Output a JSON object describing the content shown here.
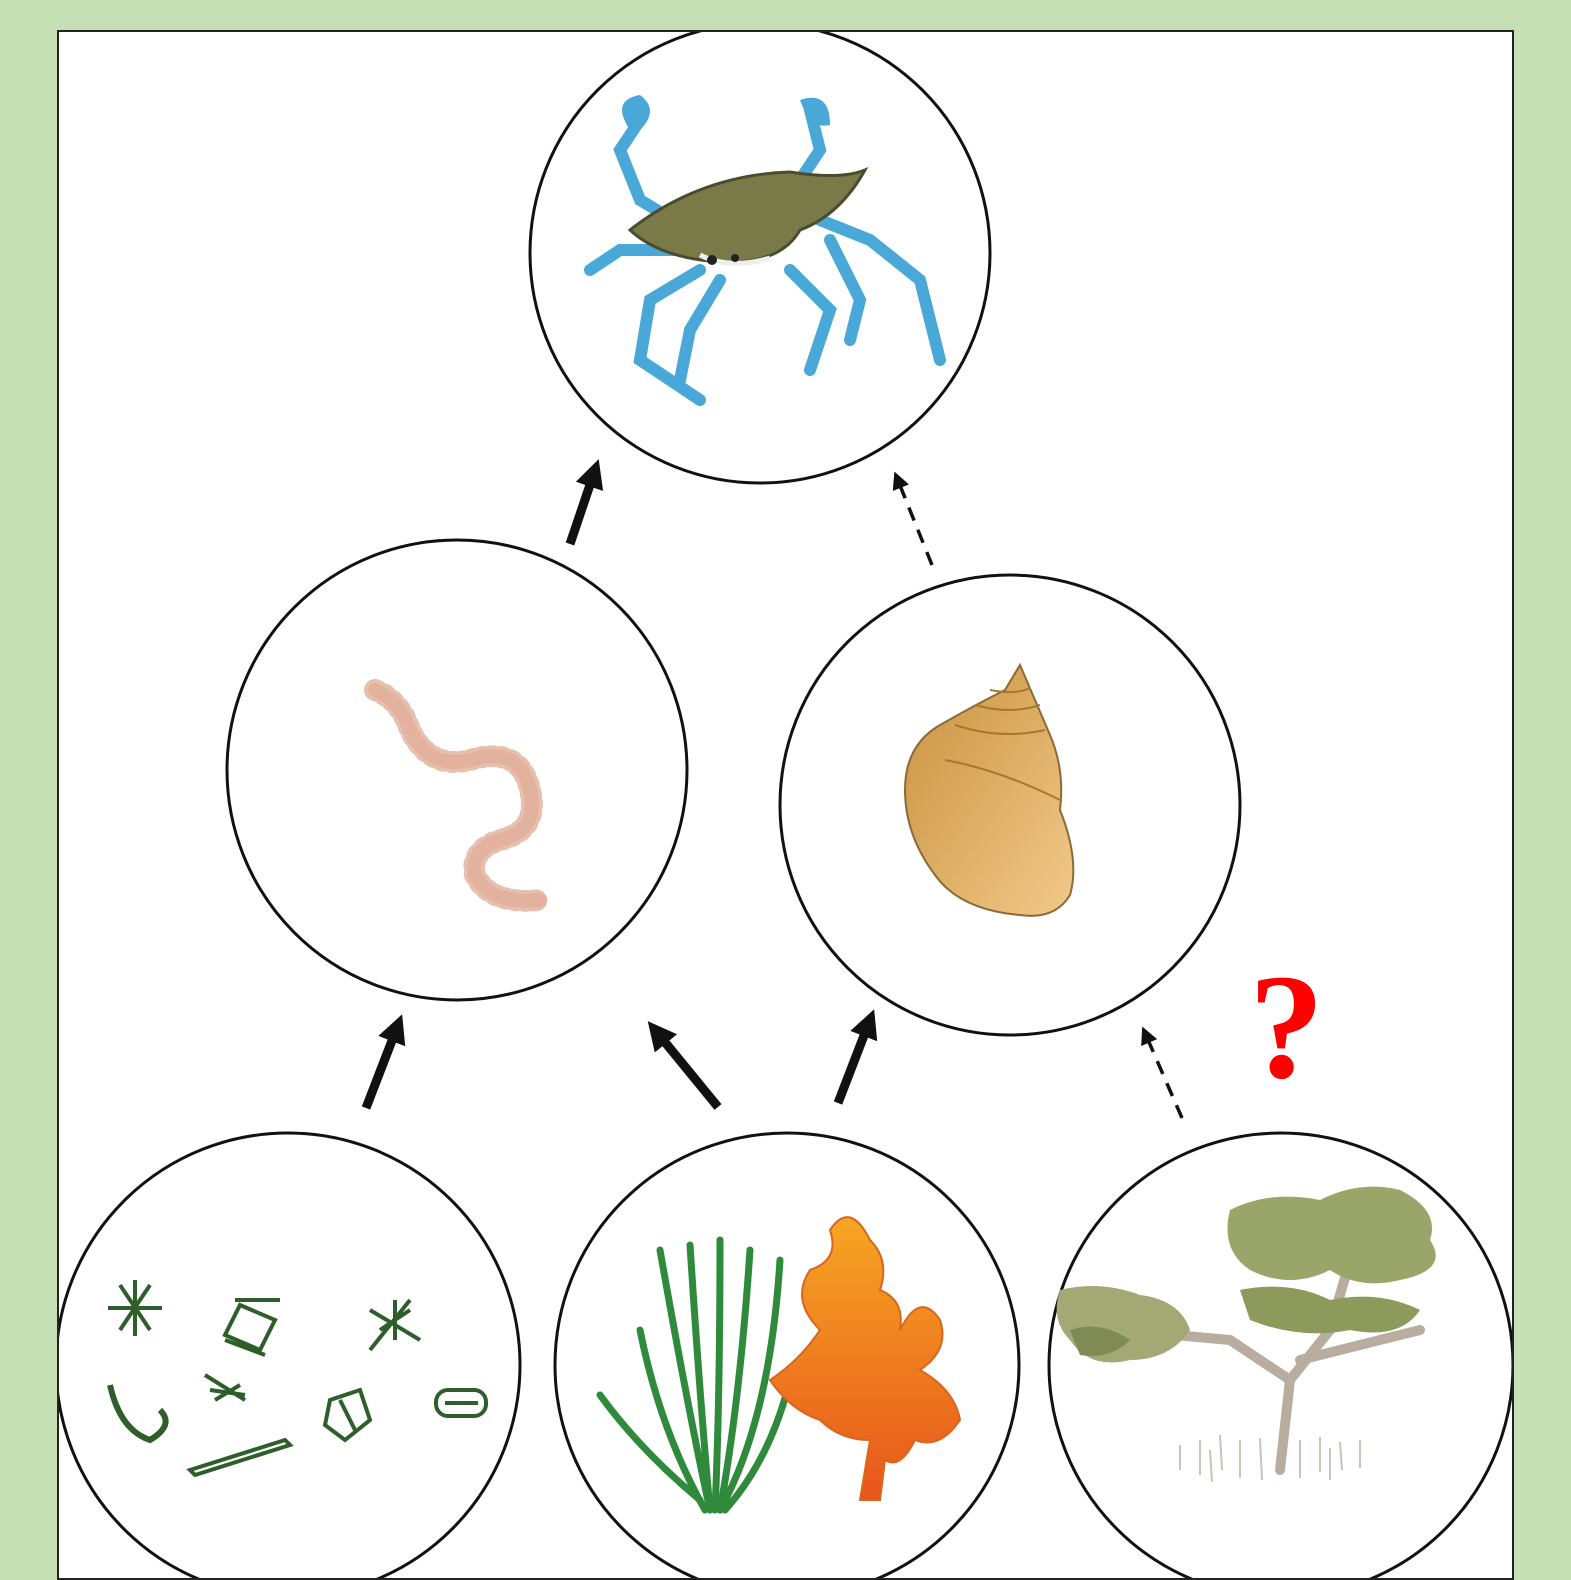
{
  "diagram": {
    "nodes": [
      {
        "id": "crab",
        "icon": "blue-crab-icon"
      },
      {
        "id": "worm",
        "icon": "worm-icon"
      },
      {
        "id": "snail",
        "icon": "snail-shell-icon"
      },
      {
        "id": "phytoplankton",
        "icon": "phytoplankton-icon"
      },
      {
        "id": "seaweed",
        "icon": "seaweed-icon"
      },
      {
        "id": "mangrove",
        "icon": "mangrove-tree-icon"
      }
    ],
    "edges": [
      {
        "from": "worm",
        "to": "crab",
        "style": "solid"
      },
      {
        "from": "snail",
        "to": "crab",
        "style": "dashed"
      },
      {
        "from": "phytoplankton",
        "to": "worm",
        "style": "solid"
      },
      {
        "from": "seaweed",
        "to": "worm",
        "style": "solid"
      },
      {
        "from": "seaweed",
        "to": "snail",
        "style": "solid"
      },
      {
        "from": "mangrove",
        "to": "snail",
        "style": "dashed"
      }
    ],
    "question_mark": "?",
    "colors": {
      "background": "#c5e0b4",
      "question_mark": "#ff0000",
      "crab_body": "#7a7a48",
      "crab_legs": "#4aa8d8",
      "worm": "#c9826a",
      "snail": "#d7a55a",
      "plankton": "#2e5e2a",
      "seagrass": "#2f8a3c",
      "coral": "#f08a1c",
      "mangrove": "#9aa56a"
    }
  }
}
